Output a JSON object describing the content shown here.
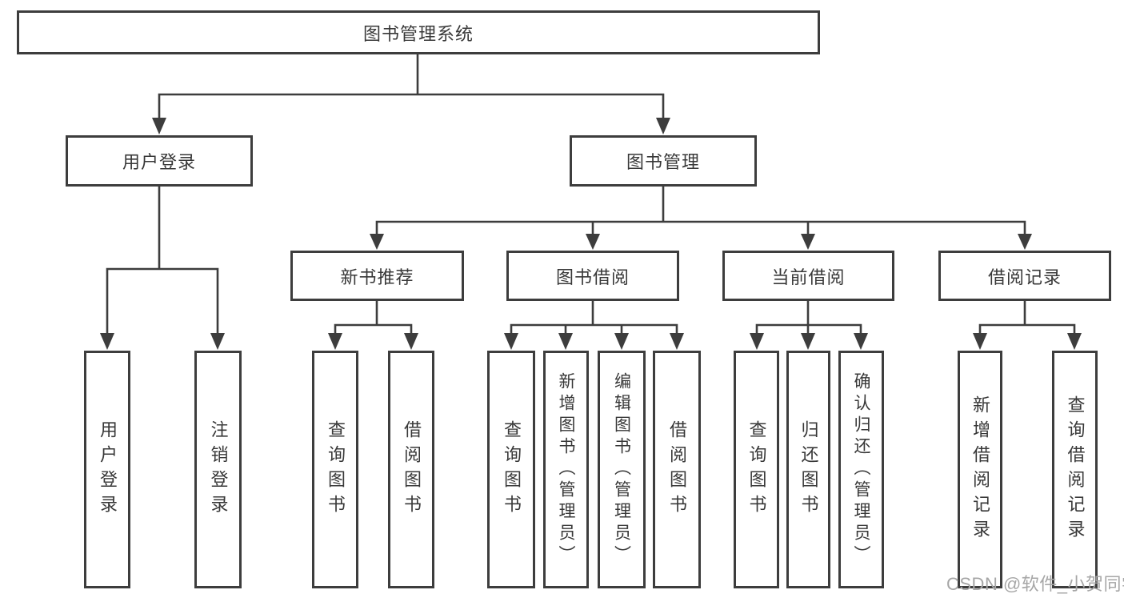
{
  "tree": {
    "label": "图书管理系统",
    "children": [
      {
        "label": "用户登录",
        "children": [
          {
            "label": "用户登录"
          },
          {
            "label": "注销登录"
          }
        ]
      },
      {
        "label": "图书管理",
        "children": [
          {
            "label": "新书推荐",
            "children": [
              {
                "label": "查询图书"
              },
              {
                "label": "借阅图书"
              }
            ]
          },
          {
            "label": "图书借阅",
            "children": [
              {
                "label": "查询图书"
              },
              {
                "label": "新增图书（管理员）"
              },
              {
                "label": "编辑图书（管理员）"
              },
              {
                "label": "借阅图书"
              }
            ]
          },
          {
            "label": "当前借阅",
            "children": [
              {
                "label": "查询图书"
              },
              {
                "label": "归还图书"
              },
              {
                "label": "确认归还（管理员）"
              }
            ]
          },
          {
            "label": "借阅记录",
            "children": [
              {
                "label": "新增借阅记录"
              },
              {
                "label": "查询借阅记录"
              }
            ]
          }
        ]
      }
    ]
  },
  "watermark": {
    "text": "CSDN @软件_小贺同学"
  },
  "colors": {
    "line": "#3d3d3d",
    "text": "#383838",
    "watermark": "#a6a6a6",
    "bg": "#ffffff"
  }
}
